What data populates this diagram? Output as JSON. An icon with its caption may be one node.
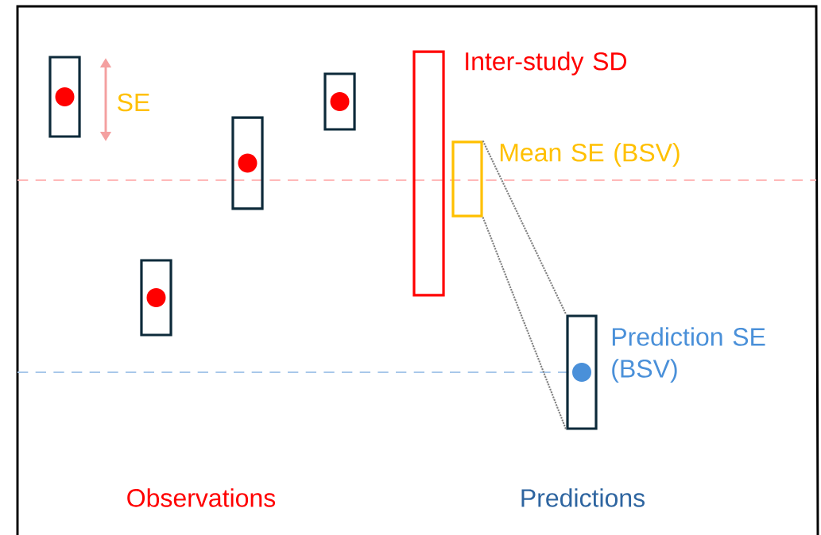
{
  "diagram": {
    "nodes": [
      {
        "text": [],
        "shape": "box"
      },
      {
        "text": [],
        "shape": "box"
      },
      {
        "text": [],
        "shape": "box"
      },
      {
        "text": [],
        "shape": "box"
      },
      {
        "text": [
          "Inter-study SD"
        ]
      },
      {
        "text": [
          "Mean SE (BSV)"
        ]
      },
      {
        "text": [
          "Prediction SE (BSV)"
        ]
      }
    ],
    "edges": [
      {
        "from": 5,
        "to": 6,
        "arrow": "none",
        "style": "dashed"
      },
      {
        "from": 5,
        "to": 6,
        "arrow": "none",
        "style": "dashed"
      }
    ],
    "labels": [
      "SE",
      "Observations",
      "Predictions"
    ]
  }
}
